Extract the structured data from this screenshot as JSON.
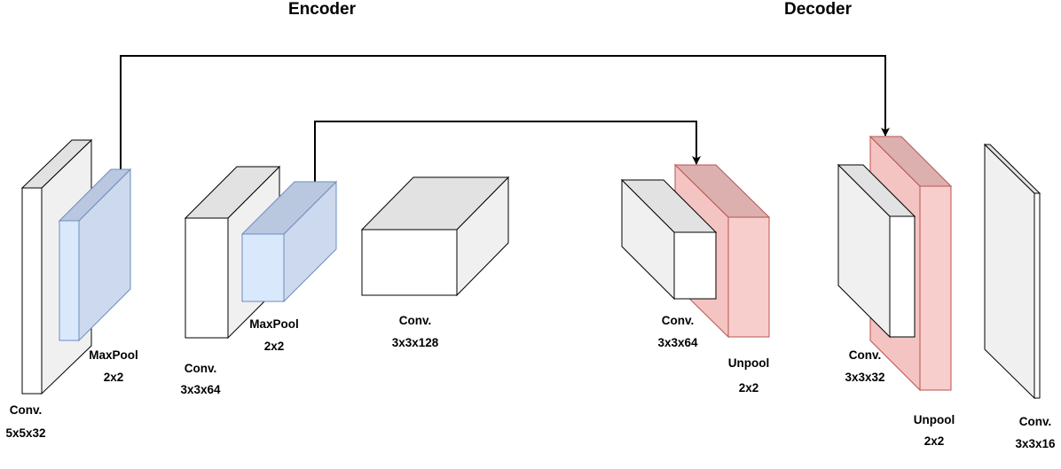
{
  "titles": {
    "encoder": "Encoder",
    "decoder": "Decoder"
  },
  "layers": {
    "conv1": {
      "name": "Conv.",
      "size": "5x5x32"
    },
    "pool1": {
      "name": "MaxPool",
      "size": "2x2"
    },
    "conv2": {
      "name": "Conv.",
      "size": "3x3x64"
    },
    "pool2": {
      "name": "MaxPool",
      "size": "2x2"
    },
    "conv3": {
      "name": "Conv.",
      "size": "3x3x128"
    },
    "conv4": {
      "name": "Conv.",
      "size": "3x3x64"
    },
    "unpool1": {
      "name": "Unpool",
      "size": "2x2"
    },
    "conv5": {
      "name": "Conv.",
      "size": "3x3x32"
    },
    "unpool2": {
      "name": "Unpool",
      "size": "2x2"
    },
    "conv6": {
      "name": "Conv.",
      "size": "3x3x16"
    }
  },
  "colors": {
    "conv_front": "#ffffff",
    "conv_side": "#f0f0f0",
    "conv_top": "#e2e2e2",
    "pool_front": "#dae8fc",
    "pool_side": "#cdd9ee",
    "pool_top": "#b9c8df",
    "pool_stroke": "#6c8ebf",
    "unpool_front": "#f8cecc",
    "unpool_side": "#f4c4c2",
    "unpool_top": "#dcb0ae",
    "unpool_stroke": "#b85450",
    "edge": "#000000"
  }
}
